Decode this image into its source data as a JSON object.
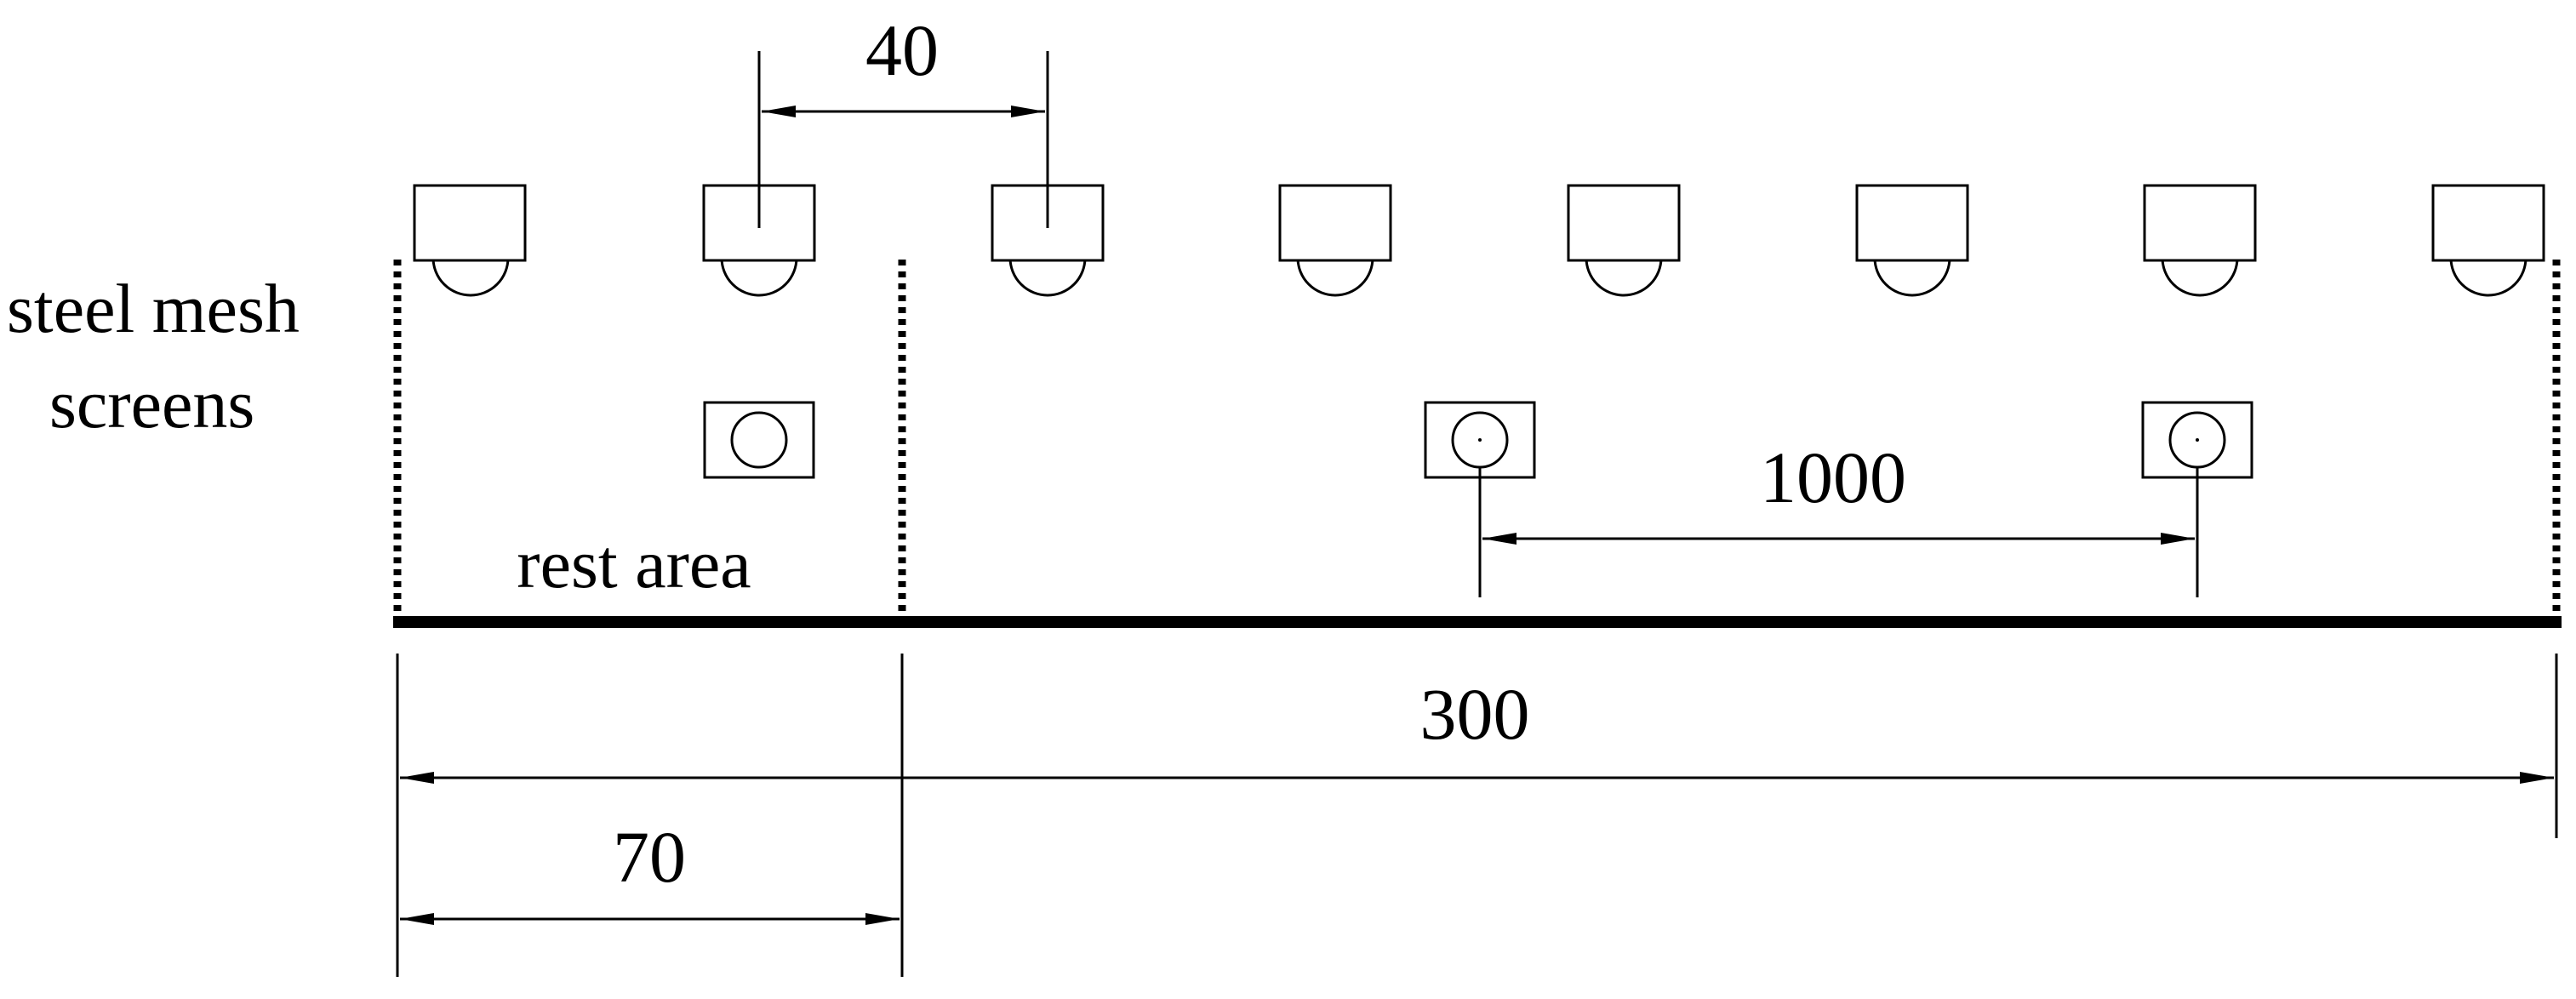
{
  "labels": {
    "side_label_line1": "steel mesh",
    "side_label_line2": "screens",
    "rest_area": "rest area"
  },
  "dimensions": {
    "top_spacing": "40",
    "fixture_spacing": "1000",
    "total_length": "300",
    "rest_area_length": "70"
  }
}
